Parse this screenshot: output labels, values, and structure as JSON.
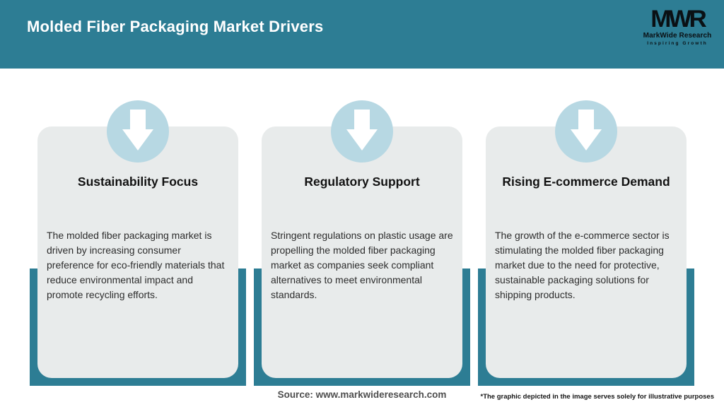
{
  "header": {
    "title": "Molded Fiber Packaging Market Drivers",
    "logo": {
      "monogram": "MWR",
      "name": "MarkWide Research",
      "tagline": "Inspiring Growth"
    }
  },
  "drivers": [
    {
      "icon": "down-arrow",
      "title": "Sustainability Focus",
      "description": "The molded fiber packaging market is driven by increasing consumer preference for eco-friendly materials that reduce environmental impact and promote recycling efforts."
    },
    {
      "icon": "down-arrow",
      "title": "Regulatory Support",
      "description": "Stringent regulations on plastic usage are propelling the molded fiber packaging market as companies seek compliant alternatives to meet environmental standards."
    },
    {
      "icon": "down-arrow",
      "title": "Rising E-commerce Demand",
      "description": "The growth of the e-commerce sector is stimulating the molded fiber packaging market due to the need for protective, sustainable packaging solutions for shipping products."
    }
  ],
  "footer": {
    "source": "Source: www.markwideresearch.com",
    "disclaimer": "*The graphic depicted in the image serves solely for illustrative purposes"
  },
  "colors": {
    "teal": "#2d7d94",
    "circle": "#b7d8e3",
    "card": "#e8ebeb"
  }
}
